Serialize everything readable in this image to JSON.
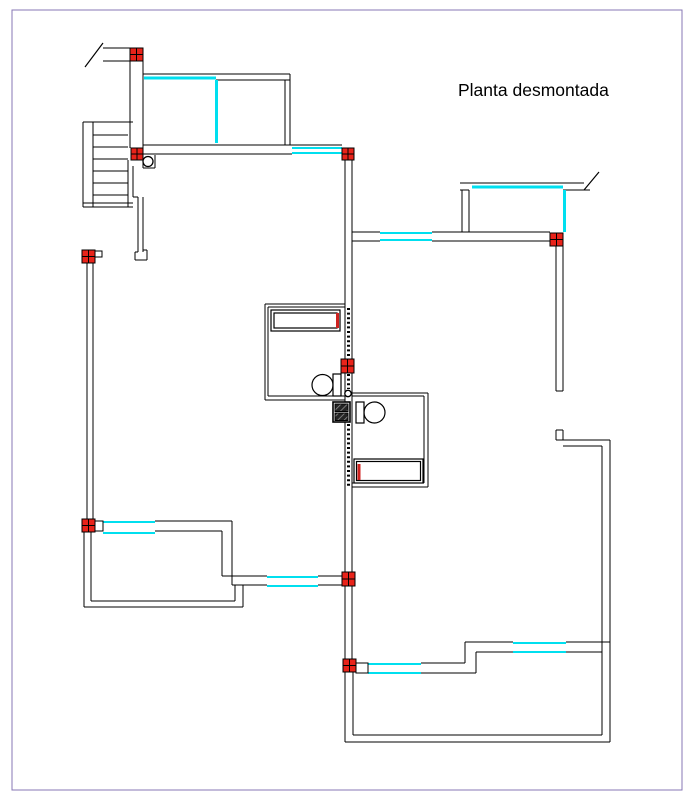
{
  "title": {
    "text": "Planta desmontada"
  },
  "colors": {
    "wall": "#000000",
    "window": "#00dfef",
    "column": "#e8231a",
    "accent": "#cf2320",
    "border": "#8777b5",
    "background": "#ffffff"
  },
  "plan": {
    "type": "architectural-floor-plan",
    "column_markers": 9,
    "window_segments": 9,
    "stair_treads": 6,
    "bathrooms": 2,
    "toilets": 2,
    "vanity_counters": 2
  }
}
